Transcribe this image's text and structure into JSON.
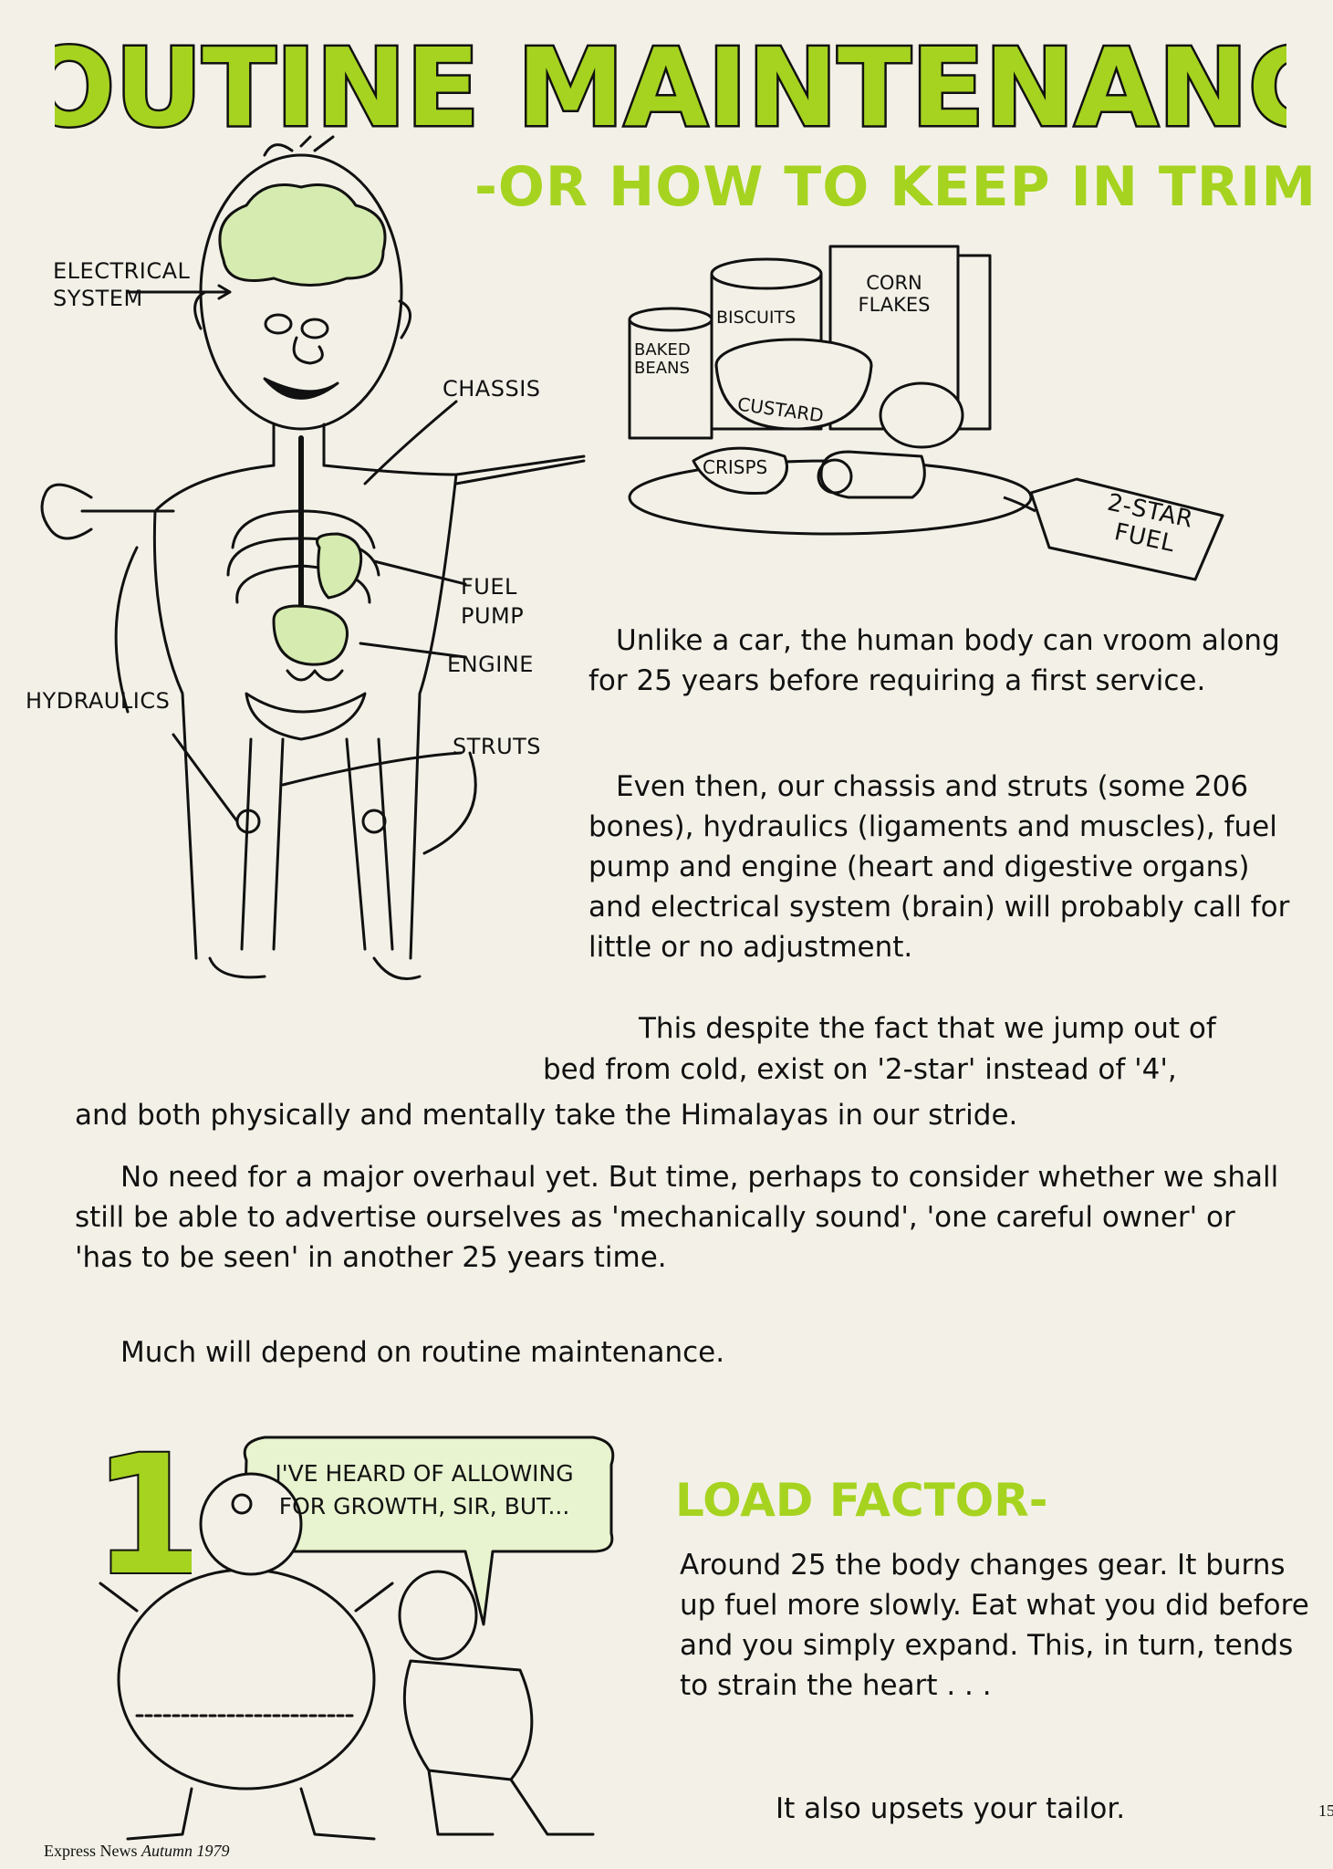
{
  "header": {
    "title": "ROUTINE MAINTENANCE",
    "subtitle": "-OR HOW TO KEEP IN TRIM"
  },
  "illustration": {
    "labels": {
      "electrical_system_line1": "ELECTRICAL",
      "electrical_system_line2": "SYSTEM",
      "chassis": "CHASSIS",
      "fuel_pump_line1": "FUEL",
      "fuel_pump_line2": "PUMP",
      "engine": "ENGINE",
      "struts": "STRUTS",
      "hydraulics": "HYDRAULICS",
      "fuel_tag_line1": "2-STAR",
      "fuel_tag_line2": "FUEL"
    },
    "food_labels": {
      "corn_line1": "CORN",
      "corn_line2": "FLAKES",
      "biscuits": "BISCUITS",
      "baked_line1": "BAKED",
      "baked_line2": "BEANS",
      "custard": "CUSTARD",
      "crisps": "CRISPS"
    }
  },
  "body": {
    "p1": "Unlike a car, the human body can vroom along for 25 years before requiring a first service.",
    "p2": "Even then, our chassis and struts (some 206 bones), hydraulics (ligaments and muscles), fuel pump and engine (heart and digestive organs) and electrical system (brain) will probably call for little or no adjustment.",
    "p3_line1": "This despite the fact that we jump out of",
    "p3_line2": "bed from cold, exist on '2-star' instead of '4',",
    "p3_line3": "and both physically and mentally take the Himalayas in our stride.",
    "p4": "No need for a major overhaul yet. But time, perhaps to consider whether we shall still be able to advertise ourselves as 'mechanically sound', 'one careful owner' or 'has to be seen' in another 25 years time.",
    "p5": "Much will depend on routine maintenance."
  },
  "section1": {
    "number": "1",
    "bubble_line1": "I'VE HEARD OF ALLOWING",
    "bubble_line2": "FOR GROWTH, SIR, BUT...",
    "title": "LOAD FACTOR-",
    "text": "Around 25 the body changes gear. It burns up fuel more slowly. Eat what you did before and you simply expand. This, in turn, tends to strain the heart . . .",
    "text_end": "It also upsets your tailor."
  },
  "footer": {
    "publication": "Express News",
    "issue": "Autumn 1979",
    "page_number": "15"
  },
  "colors": {
    "accent_green": "#a6d320",
    "pale_green": "#d6ebb0",
    "paper": "#f3f1e7",
    "ink": "#111111"
  }
}
